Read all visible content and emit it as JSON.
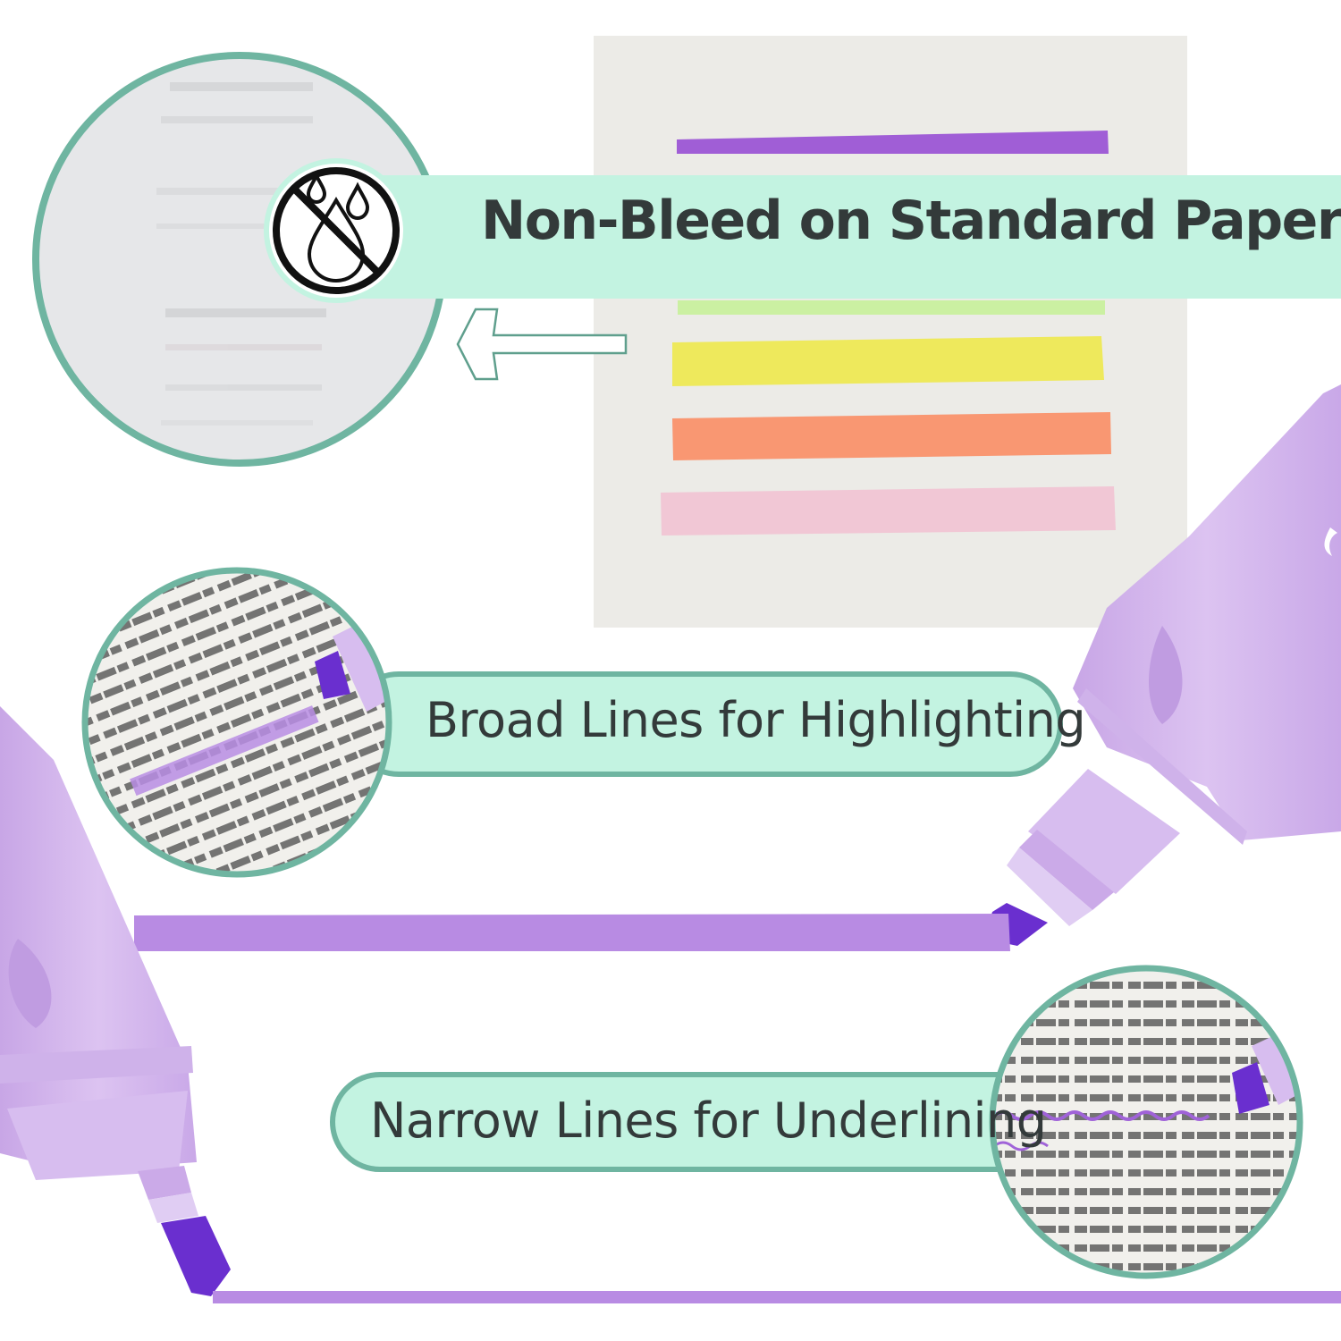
{
  "banners": [
    {
      "text": "Non-Bleed on Standard Papers"
    },
    {
      "text": "Broad Lines for Highlighting"
    },
    {
      "text": "Narrow Lines for Underlining"
    }
  ],
  "icons": {
    "no_bleed": "no-ink-drops-icon",
    "arrow": "arrow-left-icon"
  },
  "swatches": [
    "purple",
    "green",
    "yellow",
    "orange",
    "pink"
  ],
  "colors": {
    "mint": "#c3f3e1",
    "mint_border": "#6fb5a1",
    "text": "#333a3a",
    "highlighter_body": "#d2b4ec",
    "highlighter_tip": "#6a2fcf",
    "stroke_purple": "#b88be3",
    "swatch_purple": "#a05ed6",
    "swatch_green": "#cbf0a2",
    "swatch_yellow": "#eee95c",
    "swatch_orange": "#f99772",
    "swatch_pink": "#f1c7d5"
  }
}
